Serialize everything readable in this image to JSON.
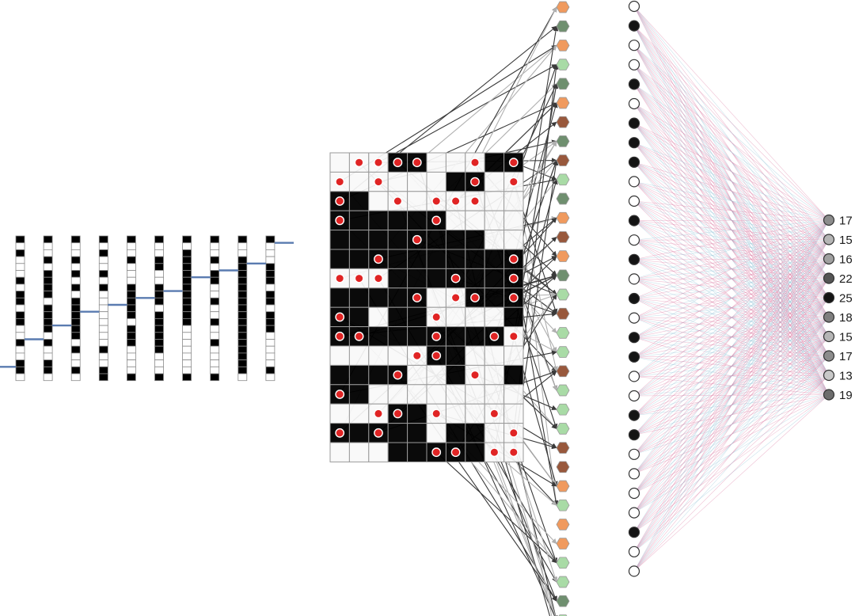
{
  "columns": {
    "cells": [
      [
        1,
        0,
        1,
        0,
        0,
        0,
        1,
        0,
        1,
        1,
        0,
        1,
        1,
        0,
        0,
        1,
        0,
        0,
        1,
        1,
        0
      ],
      [
        1,
        0,
        0,
        1,
        0,
        1,
        1,
        1,
        1,
        0,
        1,
        1,
        1,
        1,
        0,
        1,
        0,
        0,
        1,
        1,
        0
      ],
      [
        1,
        0,
        0,
        1,
        0,
        1,
        0,
        1,
        0,
        1,
        1,
        1,
        1,
        1,
        1,
        0,
        1,
        0,
        0,
        1,
        0
      ],
      [
        1,
        0,
        1,
        0,
        0,
        1,
        0,
        1,
        0,
        0,
        0,
        0,
        0,
        0,
        0,
        0,
        1,
        0,
        0,
        1,
        1
      ],
      [
        1,
        0,
        0,
        1,
        0,
        0,
        0,
        1,
        1,
        1,
        1,
        1,
        0,
        1,
        1,
        1,
        0,
        0,
        0,
        0,
        1
      ],
      [
        1,
        0,
        0,
        1,
        1,
        0,
        0,
        1,
        1,
        1,
        0,
        1,
        1,
        1,
        1,
        1,
        1,
        0,
        0,
        0,
        1
      ],
      [
        1,
        0,
        1,
        1,
        1,
        1,
        1,
        1,
        1,
        1,
        1,
        1,
        1,
        0,
        0,
        0,
        0,
        0,
        0,
        0,
        1
      ],
      [
        1,
        0,
        0,
        1,
        0,
        1,
        1,
        0,
        0,
        1,
        0,
        0,
        1,
        0,
        0,
        1,
        0,
        0,
        0,
        0,
        1
      ],
      [
        1,
        0,
        0,
        1,
        1,
        1,
        1,
        1,
        1,
        1,
        1,
        1,
        1,
        1,
        1,
        1,
        1,
        1,
        1,
        1,
        0
      ],
      [
        1,
        0,
        0,
        0,
        1,
        1,
        1,
        0,
        1,
        1,
        0,
        1,
        1,
        1,
        0,
        0,
        0,
        0,
        0,
        1,
        0
      ]
    ],
    "levels": [
      19,
      15,
      13,
      11,
      10,
      9,
      8,
      6,
      5,
      4,
      1
    ],
    "level_colors": {
      "marker": "#5a7bb0"
    }
  },
  "grid": {
    "rows": [
      [
        0,
        0,
        0,
        1,
        1,
        0,
        0,
        0,
        1,
        1
      ],
      [
        0,
        0,
        0,
        0,
        0,
        0,
        1,
        1,
        0,
        0
      ],
      [
        1,
        1,
        0,
        0,
        0,
        0,
        0,
        0,
        0,
        0
      ],
      [
        1,
        1,
        1,
        1,
        1,
        1,
        0,
        0,
        0,
        0
      ],
      [
        1,
        1,
        1,
        1,
        1,
        1,
        1,
        1,
        0,
        0
      ],
      [
        1,
        1,
        1,
        1,
        1,
        1,
        1,
        1,
        1,
        1
      ],
      [
        0,
        0,
        0,
        1,
        1,
        1,
        1,
        1,
        1,
        1
      ],
      [
        1,
        1,
        1,
        1,
        1,
        0,
        0,
        1,
        1,
        1
      ],
      [
        1,
        1,
        0,
        1,
        1,
        0,
        0,
        0,
        0,
        1
      ],
      [
        1,
        1,
        1,
        1,
        1,
        1,
        1,
        1,
        1,
        0
      ],
      [
        0,
        0,
        0,
        0,
        0,
        1,
        1,
        0,
        0,
        0
      ],
      [
        1,
        1,
        1,
        1,
        0,
        0,
        1,
        0,
        0,
        1
      ],
      [
        1,
        1,
        0,
        0,
        0,
        0,
        0,
        0,
        0,
        0
      ],
      [
        0,
        0,
        0,
        1,
        1,
        0,
        0,
        0,
        0,
        0
      ],
      [
        1,
        1,
        1,
        1,
        1,
        0,
        1,
        1,
        0,
        0
      ],
      [
        0,
        0,
        0,
        1,
        1,
        1,
        1,
        1,
        0,
        0
      ]
    ],
    "dots": [
      [
        0,
        1
      ],
      [
        0,
        2
      ],
      [
        0,
        3
      ],
      [
        0,
        4
      ],
      [
        0,
        7
      ],
      [
        0,
        9
      ],
      [
        1,
        0
      ],
      [
        1,
        2
      ],
      [
        1,
        7
      ],
      [
        1,
        9
      ],
      [
        2,
        0
      ],
      [
        2,
        3
      ],
      [
        2,
        5
      ],
      [
        2,
        6
      ],
      [
        2,
        7
      ],
      [
        3,
        0
      ],
      [
        3,
        5
      ],
      [
        4,
        4
      ],
      [
        5,
        2
      ],
      [
        5,
        9
      ],
      [
        6,
        0
      ],
      [
        6,
        1
      ],
      [
        6,
        2
      ],
      [
        6,
        6
      ],
      [
        6,
        9
      ],
      [
        7,
        4
      ],
      [
        7,
        6
      ],
      [
        7,
        7
      ],
      [
        7,
        9
      ],
      [
        8,
        0
      ],
      [
        8,
        5
      ],
      [
        9,
        0
      ],
      [
        9,
        1
      ],
      [
        9,
        5
      ],
      [
        9,
        8
      ],
      [
        9,
        9
      ],
      [
        10,
        4
      ],
      [
        10,
        5
      ],
      [
        11,
        3
      ],
      [
        11,
        7
      ],
      [
        12,
        0
      ],
      [
        13,
        2
      ],
      [
        13,
        3
      ],
      [
        13,
        5
      ],
      [
        13,
        8
      ],
      [
        14,
        0
      ],
      [
        14,
        2
      ],
      [
        14,
        9
      ],
      [
        15,
        5
      ],
      [
        15,
        6
      ],
      [
        15,
        8
      ],
      [
        15,
        9
      ]
    ]
  },
  "hexagons": {
    "fills": [
      "orange",
      "green",
      "orange",
      "light",
      "green",
      "orange",
      "brown",
      "green",
      "brown",
      "light",
      "green",
      "orange",
      "brown",
      "orange",
      "green",
      "light",
      "brown",
      "light",
      "light",
      "brown",
      "light",
      "light",
      "light",
      "brown",
      "brown",
      "orange",
      "light",
      "orange",
      "orange",
      "light",
      "light",
      "green",
      "light",
      "light"
    ],
    "palette": {
      "orange": "#f09a5e",
      "green": "#6f8f6f",
      "brown": "#98583c",
      "light": "#a9dba6"
    }
  },
  "input_nodes": {
    "fills": [
      0,
      1,
      0,
      0,
      1,
      0,
      1,
      1,
      1,
      0,
      0,
      1,
      0,
      1,
      0,
      1,
      0,
      1,
      1,
      0,
      0,
      1,
      1,
      0,
      0,
      0,
      0,
      1,
      0,
      0
    ]
  },
  "output_nodes": {
    "labels": [
      "17",
      "15",
      "16",
      "22",
      "25",
      "18",
      "15",
      "17",
      "13",
      "19"
    ],
    "fills": [
      "#8c8c8c",
      "#b5b5b5",
      "#a0a0a0",
      "#555555",
      "#141414",
      "#7e7e7e",
      "#b5b5b5",
      "#8c8c8c",
      "#c8c8c8",
      "#6d6d6d"
    ]
  },
  "colors": {
    "grid_line": "#9a9a9a",
    "dot": "#e02424",
    "edge_pink": "#d9739e",
    "edge_blue": "#8ec0d4"
  }
}
